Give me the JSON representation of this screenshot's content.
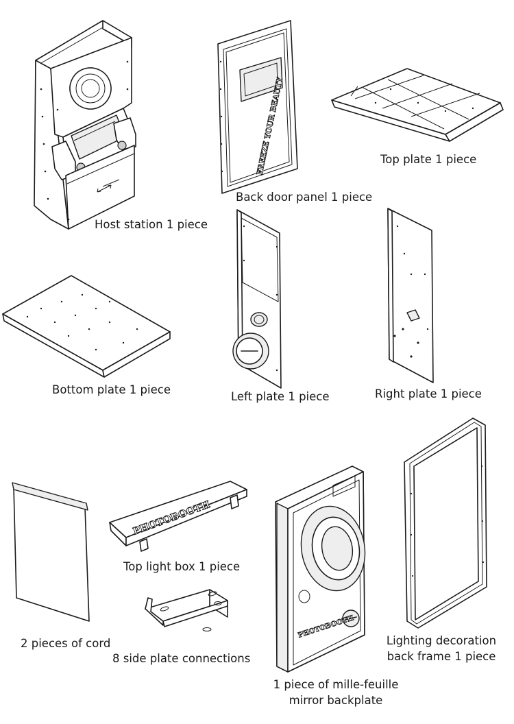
{
  "parts": [
    {
      "id": "host-station",
      "caption": "Host station 1 piece"
    },
    {
      "id": "back-door-panel",
      "caption": "Back door panel 1 piece",
      "engraving": "FREEZE YOUR BEAUTY"
    },
    {
      "id": "top-plate",
      "caption": "Top plate 1 piece"
    },
    {
      "id": "bottom-plate",
      "caption": "Bottom plate 1 piece"
    },
    {
      "id": "left-plate",
      "caption": "Left plate 1 piece"
    },
    {
      "id": "right-plate",
      "caption": "Right plate 1 piece"
    },
    {
      "id": "cord",
      "caption": "2 pieces of cord"
    },
    {
      "id": "top-light-box",
      "caption": "Top light box 1 piece",
      "engraving": "PHOTOBOOTH"
    },
    {
      "id": "side-plate-connections",
      "caption": "8 side plate connections"
    },
    {
      "id": "mirror-backplate",
      "caption_line1": "1 piece of mille-feuille",
      "caption_line2": "mirror backplate",
      "engraving": "PHOTOBOOTH"
    },
    {
      "id": "lighting-frame",
      "caption_line1": "Lighting decoration",
      "caption_line2": "back frame 1 piece"
    }
  ]
}
